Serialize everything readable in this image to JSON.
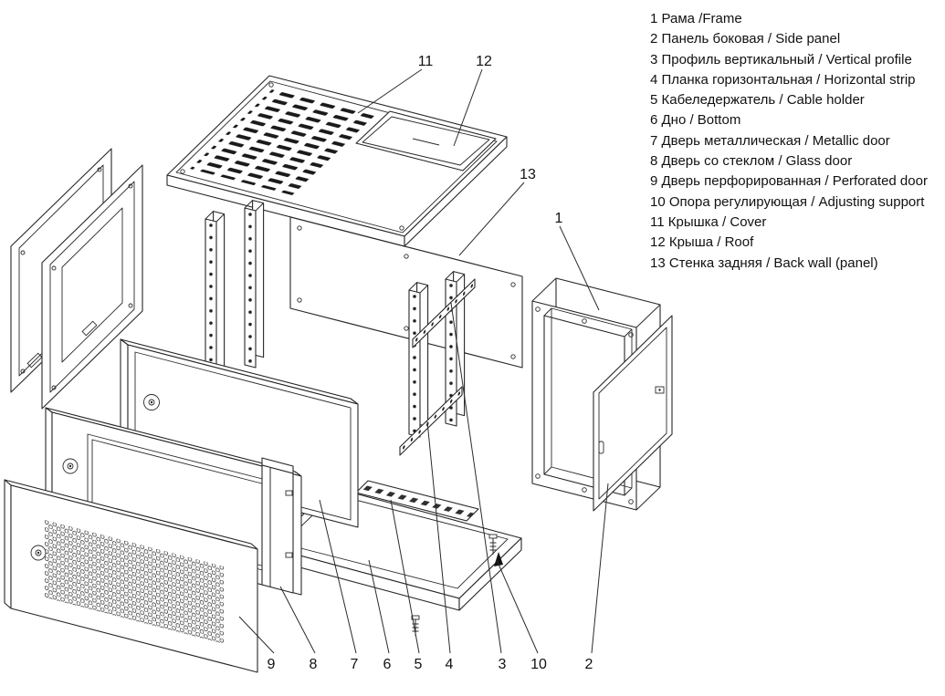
{
  "legend": {
    "items": [
      {
        "num": "1",
        "ru": "Рама",
        "en": "Frame",
        "text": "1 Рама /Frame"
      },
      {
        "num": "2",
        "ru": "Панель боковая",
        "en": "Side panel",
        "text": "2 Панель боковая / Side panel"
      },
      {
        "num": "3",
        "ru": "Профиль вертикальный",
        "en": "Vertical profile",
        "text": "3 Профиль вертикальный / Vertical profile"
      },
      {
        "num": "4",
        "ru": "Планка горизонтальная",
        "en": "Horizontal strip",
        "text": "4 Планка горизонтальная / Horizontal strip"
      },
      {
        "num": "5",
        "ru": "Кабеледержатель",
        "en": "Cable holder",
        "text": "5 Кабеледержатель / Cable holder"
      },
      {
        "num": "6",
        "ru": "Дно",
        "en": "Bottom",
        "text": "6 Дно / Bottom"
      },
      {
        "num": "7",
        "ru": "Дверь металлическая",
        "en": "Metallic door",
        "text": "7 Дверь металлическая / Metallic door"
      },
      {
        "num": "8",
        "ru": "Дверь со стеклом",
        "en": "Glass door",
        "text": "8 Дверь со стеклом / Glass door"
      },
      {
        "num": "9",
        "ru": "Дверь перфорированная",
        "en": "Perforated door",
        "text": "9 Дверь перфорированная / Perforated door"
      },
      {
        "num": "10",
        "ru": "Опора регулирующая",
        "en": "Adjusting support",
        "text": "10 Опора регулирующая / Adjusting support"
      },
      {
        "num": "11",
        "ru": "Крышка",
        "en": "Cover",
        "text": "11 Крышка / Cover"
      },
      {
        "num": "12",
        "ru": "Крыша",
        "en": "Roof",
        "text": "12 Крыша / Roof"
      },
      {
        "num": "13",
        "ru": "Стенка задняя",
        "en": "Back wall (panel)",
        "text": "13 Стенка задняя / Back wall (panel)"
      }
    ]
  },
  "callouts": {
    "n1": "1",
    "n2": "2",
    "n3": "3",
    "n4": "4",
    "n5": "5",
    "n6": "6",
    "n7": "7",
    "n8": "8",
    "n9": "9",
    "n10": "10",
    "n11": "11",
    "n12": "12",
    "n13": "13"
  },
  "colors": {
    "line": "#262626",
    "slot_fill": "#1a1a1a",
    "background": "#ffffff"
  }
}
